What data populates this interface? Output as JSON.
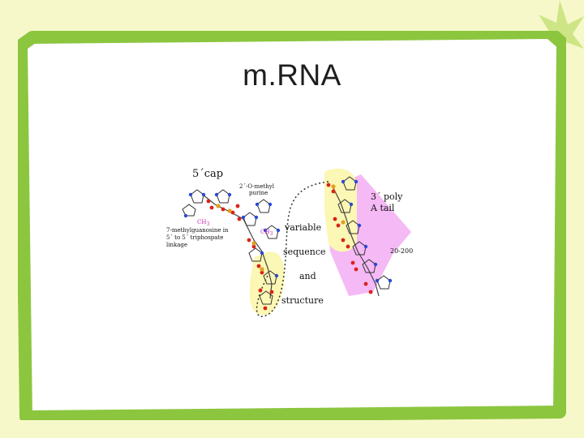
{
  "slide": {
    "title": "m.RNA",
    "colors": {
      "background": "#f7f8c9",
      "frame_border": "#8cc63f",
      "panel": "#ffffff",
      "highlight_yellow": "#fbf7b4",
      "highlight_pink": "#f5b9f5"
    }
  },
  "diagram": {
    "cap_label": "5´cap",
    "methyl_purine_label_1": "2´-O-methyl",
    "methyl_purine_label_2": "purine",
    "ch3_label_1": "CH",
    "ch3_sub_1": "3",
    "ch3_label_2": "CH",
    "ch3_sub_2": "3",
    "linkage_label_1": "7-methylguanosine in",
    "linkage_label_2": "5´ to 5´ triphospate",
    "linkage_label_3": "linkage",
    "variable_label_1": "variable",
    "variable_label_2": "sequence",
    "variable_label_3": "and",
    "variable_label_4": "structure",
    "polya_label_1": "3´ poly",
    "polya_label_2": "A tail",
    "polya_length": "20-200"
  }
}
